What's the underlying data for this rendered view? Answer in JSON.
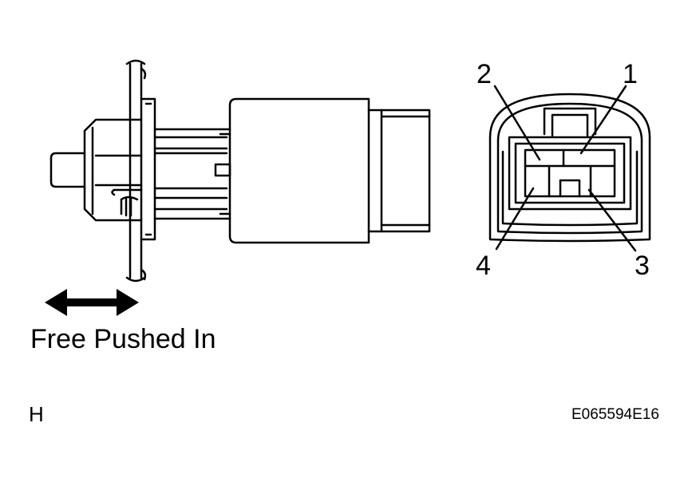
{
  "caption": "Free Pushed In",
  "corner_letter": "H",
  "code_id": "E065594E16",
  "connector": {
    "pins": [
      "1",
      "2",
      "3",
      "4"
    ]
  },
  "colors": {
    "ink": "#000000",
    "paper": "#ffffff"
  }
}
